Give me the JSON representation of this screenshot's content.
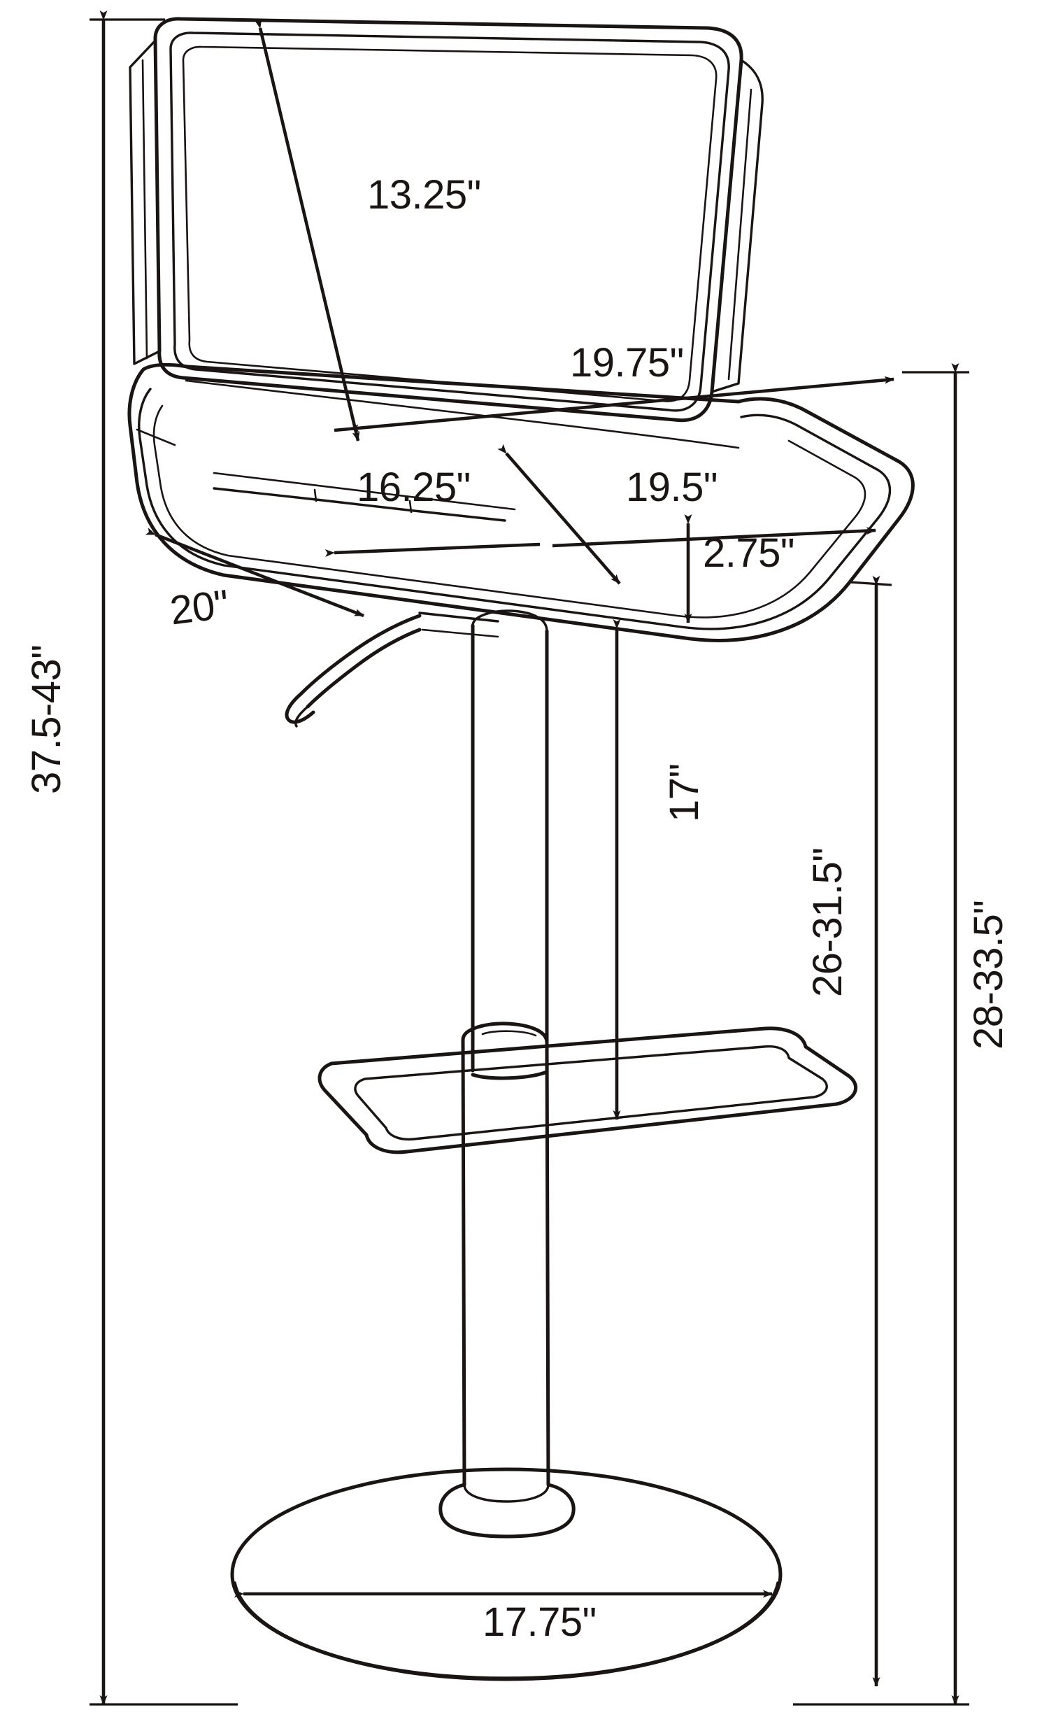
{
  "drawing": {
    "title": "Adjustable Bar Stool Dimension Drawing",
    "subject": "adjustable swivel bar stool",
    "units": "inches",
    "line_color": "#1a1412",
    "background_color": "#ffffff",
    "view": "three-quarter perspective line drawing"
  },
  "dimensions": {
    "backrest_height": "13.25\"",
    "overall_width": "19.75\"",
    "seat_width": "16.25\"",
    "seat_depth_diagonal": "19.5\"",
    "seat_thickness": "2.75\"",
    "seat_depth_side": "20\"",
    "seat_height_to_footrest": "17\"",
    "seat_height_range": "26-31.5\"",
    "back_height_range": "28-33.5\"",
    "overall_height_range": "37.5-43\"",
    "base_diameter": "17.75\""
  },
  "labels": [
    {
      "id": "backrest-height",
      "text": "13.25\"",
      "rotation": 0,
      "note": "diagonal arrow across seat back"
    },
    {
      "id": "overall-width",
      "text": "19.75\"",
      "rotation": 0,
      "note": "across top of seat, right arrow"
    },
    {
      "id": "seat-width",
      "text": "16.25\"",
      "rotation": 0,
      "note": "horizontal double arrow on seat"
    },
    {
      "id": "seat-depth",
      "text": "19.5\"",
      "rotation": 0,
      "note": "horizontal right arrow on seat front"
    },
    {
      "id": "seat-thickness",
      "text": "2.75\"",
      "rotation": 0,
      "note": "vertical double arrow at seat edge"
    },
    {
      "id": "seat-side-depth",
      "text": "20\"",
      "rotation": -7,
      "note": "diagonal double arrow at left of seat"
    },
    {
      "id": "footrest-height",
      "text": "17\"",
      "rotation": -90,
      "note": "vertical double arrow seat to footrest"
    },
    {
      "id": "seat-height-range",
      "text": "26-31.5\"",
      "rotation": -90,
      "note": "vertical double arrow seat to floor"
    },
    {
      "id": "back-height-range",
      "text": "28-33.5\"",
      "rotation": -90,
      "note": "vertical double arrow right-most"
    },
    {
      "id": "total-height",
      "text": "37.5-43\"",
      "rotation": -90,
      "note": "vertical double arrow far left"
    },
    {
      "id": "base-diameter",
      "text": "17.75\"",
      "rotation": 0,
      "note": "horizontal double arrow across base"
    }
  ]
}
